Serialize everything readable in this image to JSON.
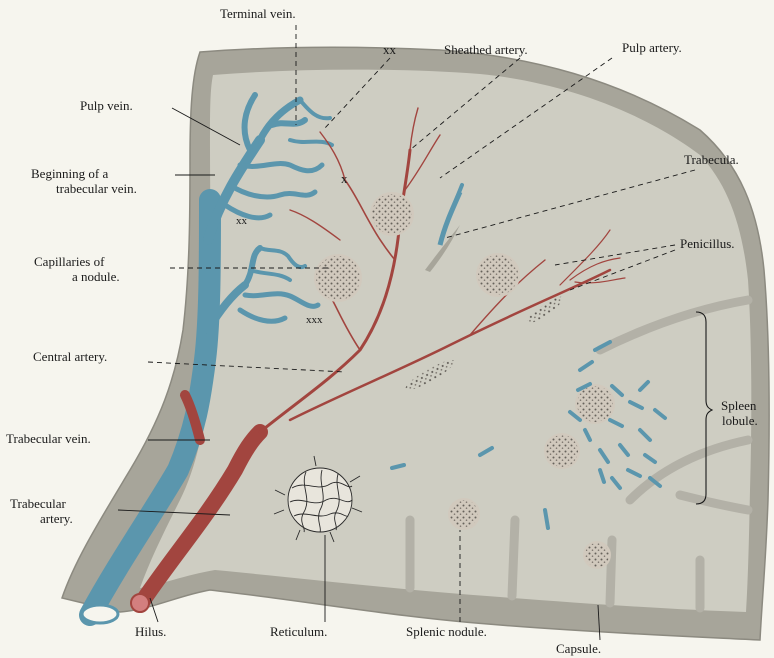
{
  "labels": {
    "terminal_vein": "Terminal vein.",
    "xx": "xx",
    "sheathed_artery": "Sheathed artery.",
    "pulp_artery": "Pulp artery.",
    "pulp_vein": "Pulp vein.",
    "beginning_trabecular_vein_1": "Beginning of a",
    "beginning_trabecular_vein_2": "trabecular vein.",
    "trabecula": "Trabecula.",
    "capillaries_1": "Capillaries of",
    "capillaries_2": "a nodule.",
    "penicillus": "Penicillus.",
    "central_artery": "Central artery.",
    "spleen_lobule_1": "Spleen",
    "spleen_lobule_2": "lobule.",
    "trabecular_vein": "Trabecular vein.",
    "trabecular_artery_1": "Trabecular",
    "trabecular_artery_2": "artery.",
    "hilus": "Hilus.",
    "reticulum": "Reticulum.",
    "splenic_nodule": "Splenic nodule.",
    "capsule": "Capsule."
  },
  "marks": {
    "x": "x",
    "xx_small": "xx",
    "xxx": "xxx"
  },
  "colors": {
    "capsule": "#a7a59a",
    "pulp": "#cecdc2",
    "vein": "#5b96ad",
    "artery": "#a2453f",
    "nodule": "#d1c9bd",
    "background": "#f6f5ee"
  }
}
